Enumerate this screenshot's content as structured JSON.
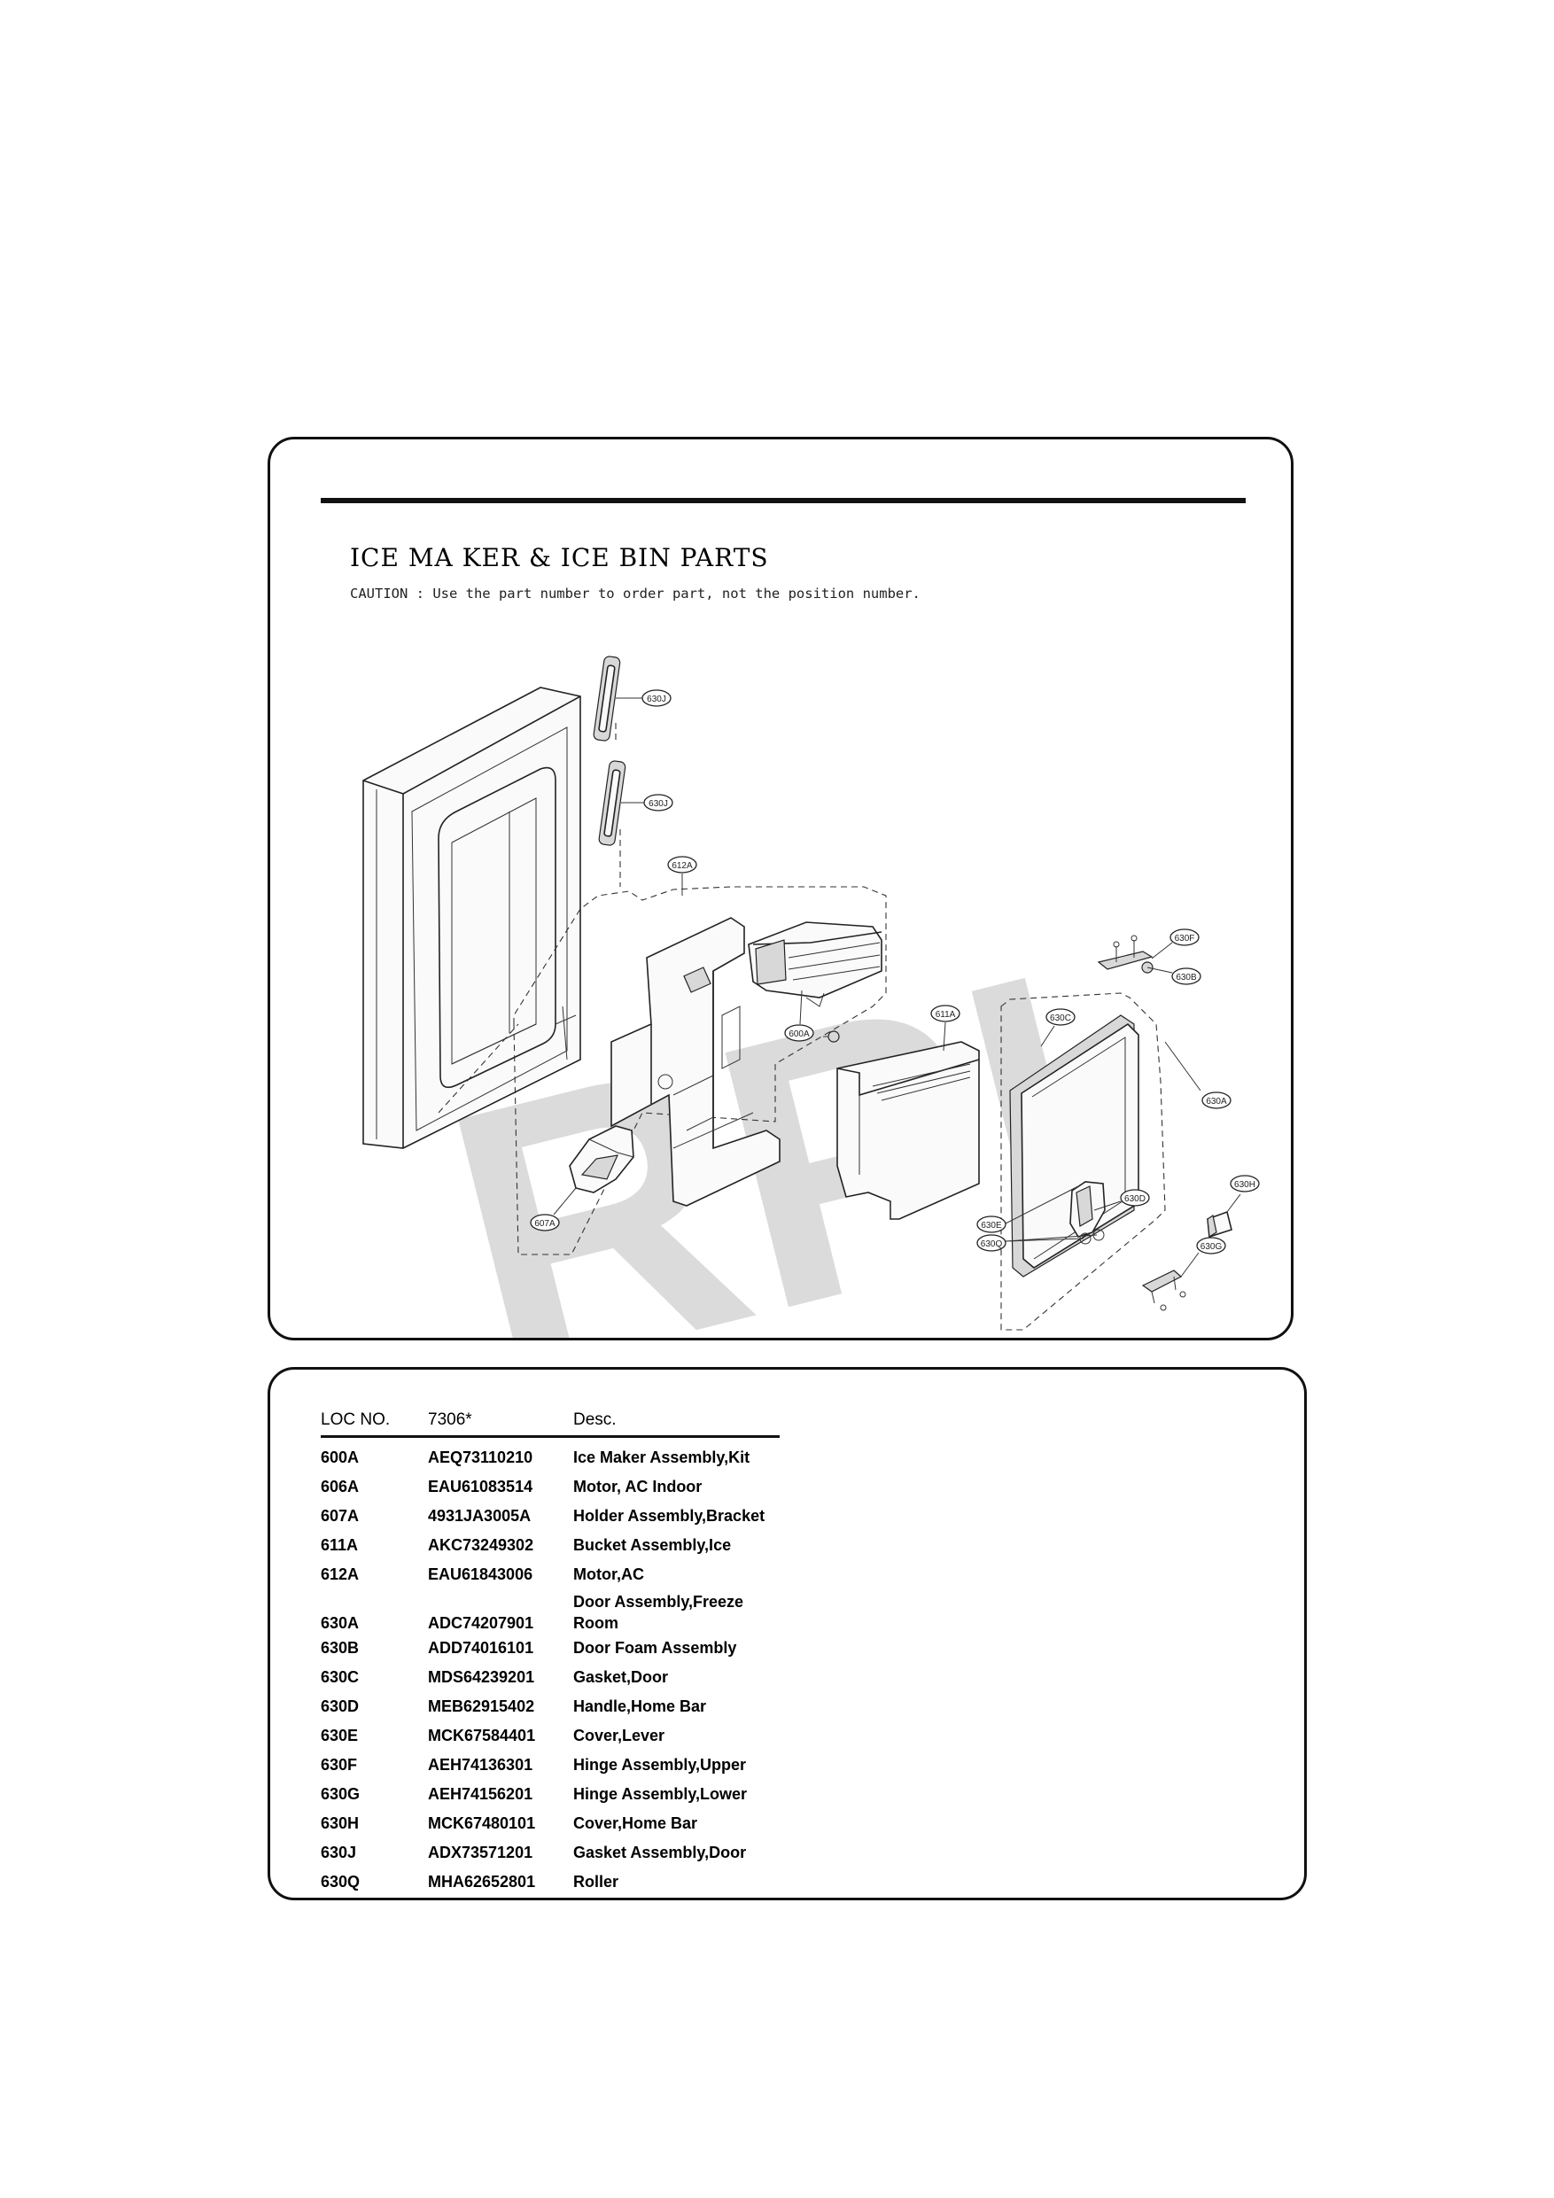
{
  "diagram": {
    "title": "ICE MA KER & ICE BIN PARTS",
    "caution": "CAUTION : Use the part number to order part, not the position number.",
    "watermark": "RPI",
    "callouts": [
      "630J",
      "630J",
      "612A",
      "600A",
      "611A",
      "607A",
      "630F",
      "630B",
      "630C",
      "630A",
      "630D",
      "630E",
      "630Q",
      "630H",
      "630G"
    ]
  },
  "parts_table": {
    "headers": [
      "LOC NO.",
      "7306*",
      "Desc."
    ],
    "rows": [
      {
        "loc": "600A",
        "part": "AEQ73110210",
        "desc": "Ice Maker Assembly,Kit"
      },
      {
        "loc": "606A",
        "part": "EAU61083514",
        "desc": "Motor, AC Indoor"
      },
      {
        "loc": "607A",
        "part": "4931JA3005A",
        "desc": "Holder Assembly,Bracket"
      },
      {
        "loc": "611A",
        "part": "AKC73249302",
        "desc": "Bucket Assembly,Ice"
      },
      {
        "loc": "612A",
        "part": "EAU61843006",
        "desc": "Motor,AC"
      },
      {
        "loc": "630A",
        "part": "ADC74207901",
        "desc_line1": "Door Assembly,Freeze",
        "desc_line2": "Room"
      },
      {
        "loc": "630B",
        "part": "ADD74016101",
        "desc": "Door Foam Assembly"
      },
      {
        "loc": "630C",
        "part": "MDS64239201",
        "desc": "Gasket,Door"
      },
      {
        "loc": "630D",
        "part": "MEB62915402",
        "desc": "Handle,Home Bar"
      },
      {
        "loc": "630E",
        "part": "MCK67584401",
        "desc": "Cover,Lever"
      },
      {
        "loc": "630F",
        "part": "AEH74136301",
        "desc": "Hinge Assembly,Upper"
      },
      {
        "loc": "630G",
        "part": "AEH74156201",
        "desc": "Hinge Assembly,Lower"
      },
      {
        "loc": "630H",
        "part": "MCK67480101",
        "desc": "Cover,Home Bar"
      },
      {
        "loc": "630J",
        "part": "ADX73571201",
        "desc": "Gasket Assembly,Door"
      },
      {
        "loc": "630Q",
        "part": "MHA62652801",
        "desc": "Roller"
      }
    ]
  },
  "colors": {
    "line": "#222222",
    "watermark": "#cfcfcf"
  }
}
